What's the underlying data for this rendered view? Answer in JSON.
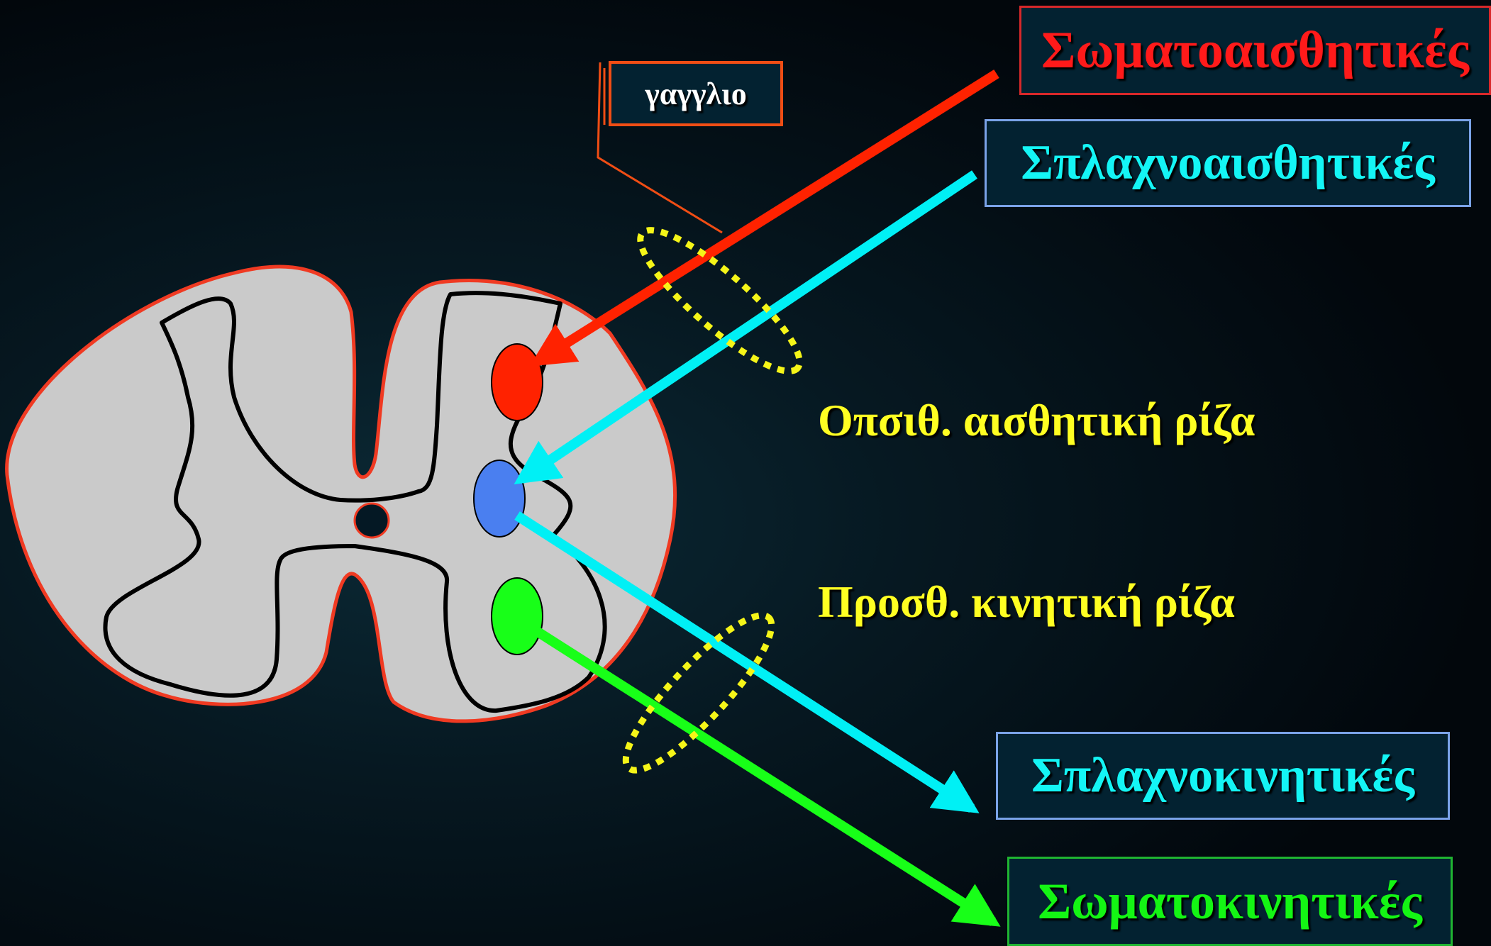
{
  "labels": {
    "somatosensory": "Σωματοαισθητικές",
    "visceral_sensory": "Σπλαχνοαισθητικές",
    "visceral_motor": "Σπλαχνοκινητικές",
    "somatic_motor": "Σωματοκινητικές",
    "ganglion": "γαγγλιο",
    "dorsal_root": "Οπσιθ. αισθητική ρίζα",
    "ventral_root": "Προσθ. κινητική ρίζα"
  },
  "colors": {
    "somatosensory": "#ff2200",
    "visceral": "#00f0f5",
    "somatic_motor": "#18ff18",
    "visceral_nucleus": "#4a7ff0",
    "cord_fill": "#cacaca",
    "cord_outline": "#f03a22",
    "grey_matter_outline": "#000000",
    "root_outline": "#f5f518",
    "ganglion_callout": "#f04d14"
  }
}
